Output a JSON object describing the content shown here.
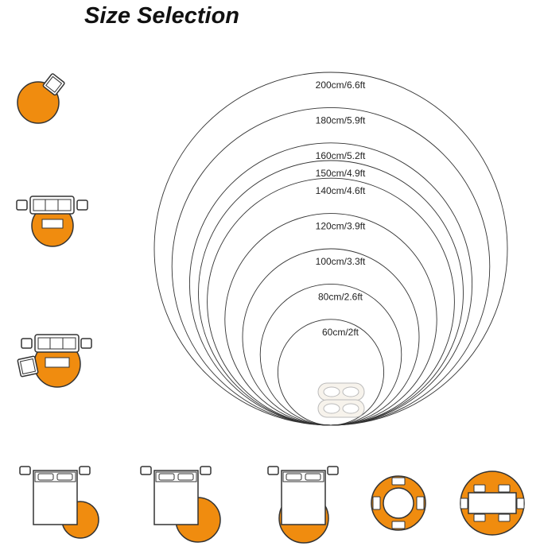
{
  "title": "Size Selection",
  "colors": {
    "rug": "#f08c0f",
    "outline": "#333333",
    "background": "#ffffff"
  },
  "sizes": [
    {
      "cm": 200,
      "label": "200cm/6.6ft"
    },
    {
      "cm": 180,
      "label": "180cm/5.9ft"
    },
    {
      "cm": 160,
      "label": "160cm/5.2ft"
    },
    {
      "cm": 150,
      "label": "150cm/4.9ft"
    },
    {
      "cm": 140,
      "label": "140cm/4.6ft"
    },
    {
      "cm": 120,
      "label": "120cm/3.9ft"
    },
    {
      "cm": 100,
      "label": "100cm/3.3ft"
    },
    {
      "cm": 80,
      "label": "80cm/2.6ft"
    },
    {
      "cm": 60,
      "label": "60cm/2ft"
    }
  ],
  "icons": [
    "rug-with-armchair-icon",
    "rug-with-sofa-icon",
    "rug-with-sofa-and-armchair-icon",
    "rug-beside-bed-icon",
    "rug-beside-bed-icon",
    "rug-under-bed-icon",
    "rug-under-round-table-icon",
    "rug-under-rectangular-table-icon",
    "slippers-icon"
  ]
}
